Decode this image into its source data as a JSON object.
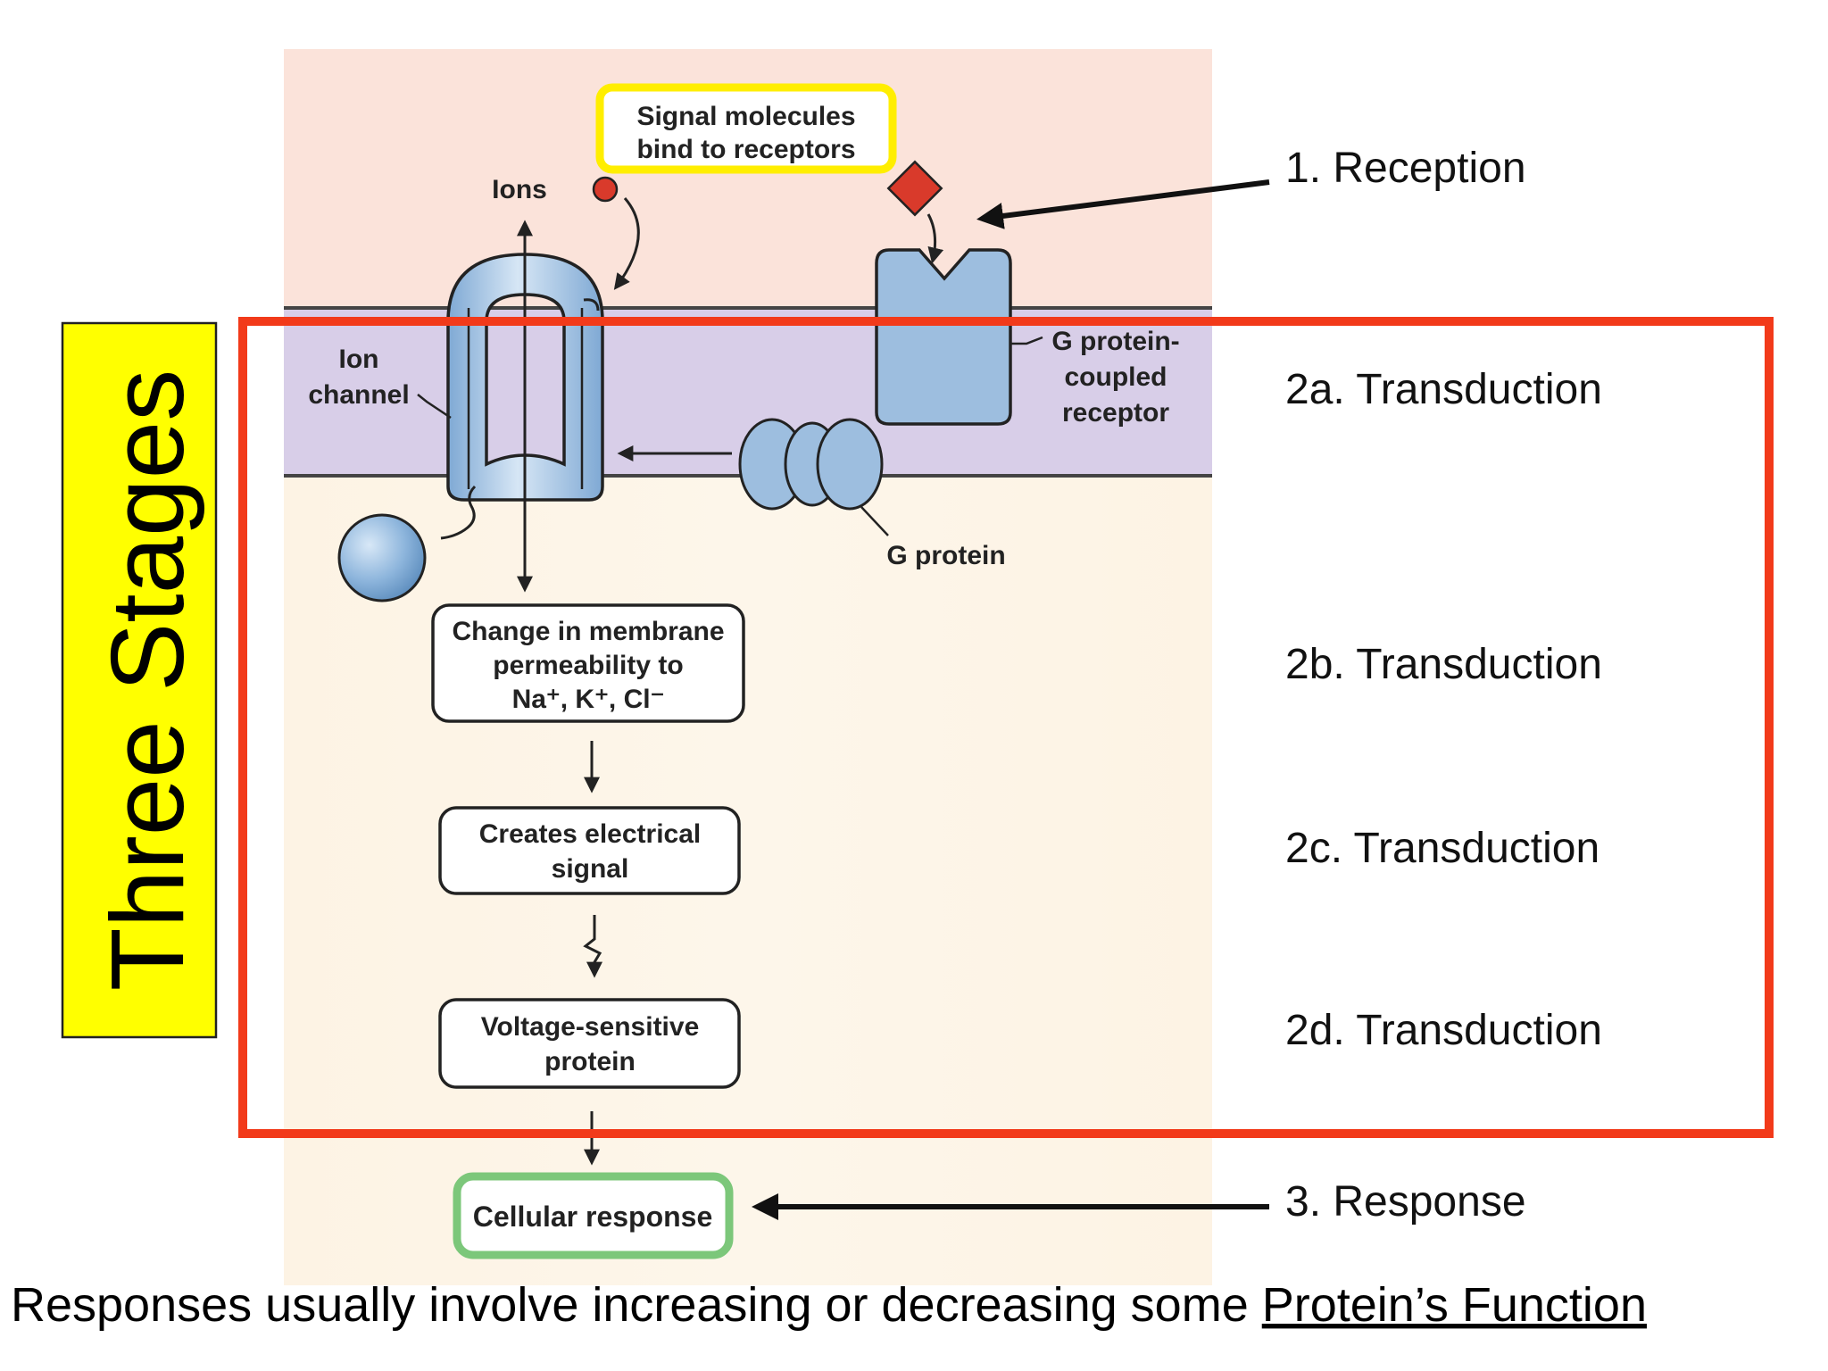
{
  "title_vertical": "Three Stages",
  "callouts": {
    "signal_molecules_line1": "Signal molecules",
    "signal_molecules_line2": "bind to receptors"
  },
  "labels": {
    "ions": "Ions",
    "ion_channel_line1": "Ion",
    "ion_channel_line2": "channel",
    "gpcr_line1": "G protein-",
    "gpcr_line2": "coupled",
    "gpcr_line3": "receptor",
    "g_protein": "G protein"
  },
  "boxes": {
    "permeability_line1": "Change in membrane",
    "permeability_line2": "permeability to",
    "permeability_line3": "Na⁺, K⁺, Cl⁻",
    "electrical_line1": "Creates electrical",
    "electrical_line2": "signal",
    "voltage_line1": "Voltage-sensitive",
    "voltage_line2": "protein",
    "response": "Cellular response"
  },
  "stages": {
    "reception": "1. Reception",
    "transduction_a": "2a. Transduction",
    "transduction_b": "2b. Transduction",
    "transduction_c": "2c. Transduction",
    "transduction_d": "2d. Transduction",
    "response": "3. Response"
  },
  "caption": {
    "prefix": "Responses usually involve increasing or decreasing some ",
    "underlined": "Protein’s Function"
  },
  "colors": {
    "highlight_box": "#f23a1a",
    "title_background": "#ffff00",
    "extracellular": "#fbe4dc",
    "membrane": "#d9cfe8",
    "cytoplasm": "#fdf4e6",
    "protein_blue": "#9dbedf",
    "signal_red": "#d93a2b",
    "response_green": "#7cc77a"
  }
}
